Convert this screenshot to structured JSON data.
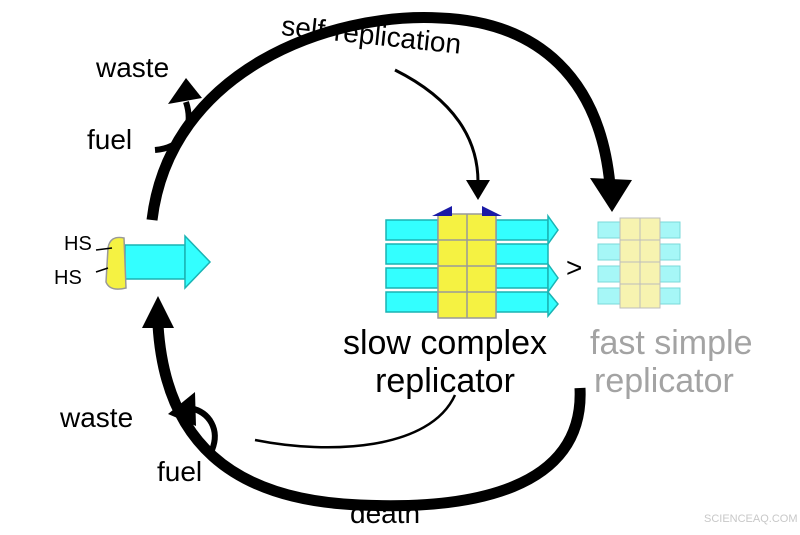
{
  "labels": {
    "self_replication": "self-replication",
    "death": "death",
    "waste_top": "waste",
    "fuel_top": "fuel",
    "waste_bottom": "waste",
    "fuel_bottom": "fuel",
    "hs_top": "HS",
    "hs_bottom": "HS",
    "comparison": ">",
    "slow_line1": "slow complex",
    "slow_line2": "replicator",
    "fast_line1": "fast simple",
    "fast_line2": "replicator",
    "watermark": "SCIENCEAQ.COM"
  },
  "colors": {
    "arrow": "#000000",
    "cyan": "#33ffff",
    "cyan_pale": "#a6f7f7",
    "yellow": "#f5f242",
    "yellow_pale": "#f7f3b0",
    "blue_cap": "#1a1aa6",
    "grey_text": "#a3a3a3"
  }
}
